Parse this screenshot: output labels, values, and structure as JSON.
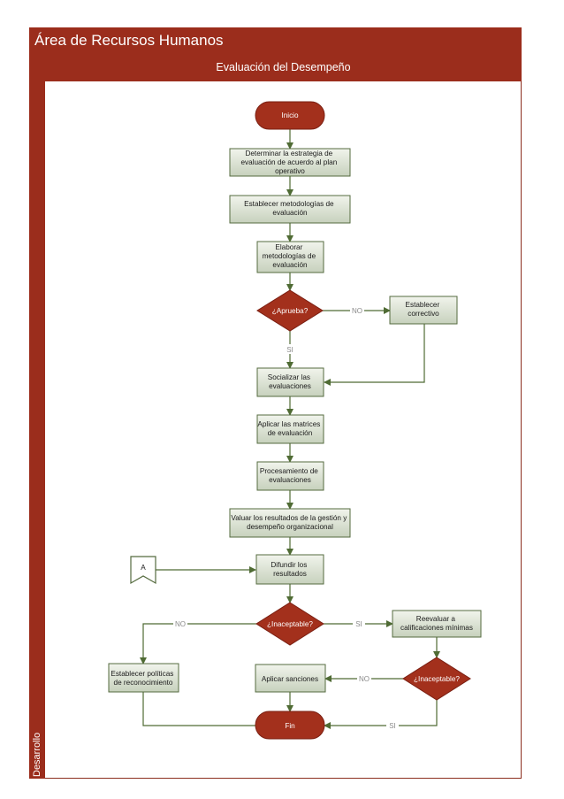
{
  "header": {
    "title": "Área de Recursos Humanos",
    "lane": "Desarrollo",
    "phase": "Evaluación del Desempeño"
  },
  "nodes": {
    "inicio": "Inicio",
    "determinar": [
      "Determinar la estrategia de",
      "evaluación de acuerdo al plan",
      "operativo"
    ],
    "establecer_met": [
      "Establecer metodologías de",
      "evaluación"
    ],
    "elaborar": [
      "Elaborar",
      "metodologías de",
      "evaluación"
    ],
    "aprueba": "¿Aprueba?",
    "establecer_corr": [
      "Establecer",
      "correctivo"
    ],
    "socializar": [
      "Socializar las",
      "evaluaciones"
    ],
    "aplicar_mat": [
      "Aplicar las matrices",
      "de evaluación"
    ],
    "procesamiento": [
      "Procesamiento de",
      "evaluaciones"
    ],
    "valuar": [
      "Valuar los resultados de la gestión y",
      "desempeño organizacional"
    ],
    "connector_a": "A",
    "difundir": [
      "Difundir los",
      "resultados"
    ],
    "inaceptable1": "¿Inaceptable?",
    "reevaluar": [
      "Reevaluar a",
      "calificaciones mínimas"
    ],
    "establecer_pol": [
      "Establecer políticas",
      "de reconocimiento"
    ],
    "aplicar_sanc": "Aplicar sanciones",
    "inaceptable2": "¿Inaceptable?",
    "fin": "Fin"
  },
  "edge_labels": {
    "no1": "NO",
    "si1": "SI",
    "no2": "NO",
    "si2": "SI",
    "no3": "NO",
    "si3": "SI"
  },
  "colors": {
    "header": "#9b2d1c",
    "terminal": "#a3301c",
    "process_fill": "#dfe6d8",
    "process_stroke": "#556b3f",
    "line": "#4f6b34"
  }
}
